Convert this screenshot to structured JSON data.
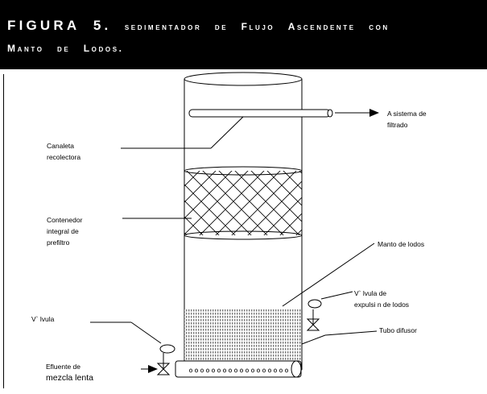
{
  "figure": {
    "title_line1": [
      "FIGURA",
      "5.",
      "Sedimentador",
      "de",
      "Flujo",
      "Ascendente",
      "con"
    ],
    "title_line2": [
      "Manto",
      "de",
      "Lodos."
    ]
  },
  "labels": {
    "a_sistema_1": "A sistema de",
    "a_sistema_2": "filtrado",
    "canaleta_1": "Canaleta",
    "canaleta_2": "recolectora",
    "contenedor_1": "Contenedor",
    "contenedor_2": "integral de",
    "contenedor_3": "prefiltro",
    "manto": "Manto de lodos",
    "valvula_exp_1": "V` lvula de",
    "valvula_exp_2": "expulsi  n de lodos",
    "valvula": "V` lvula",
    "tubo": "Tubo difusor",
    "efluente_1": "Efluente de",
    "efluente_2": "mezcla lenta"
  }
}
